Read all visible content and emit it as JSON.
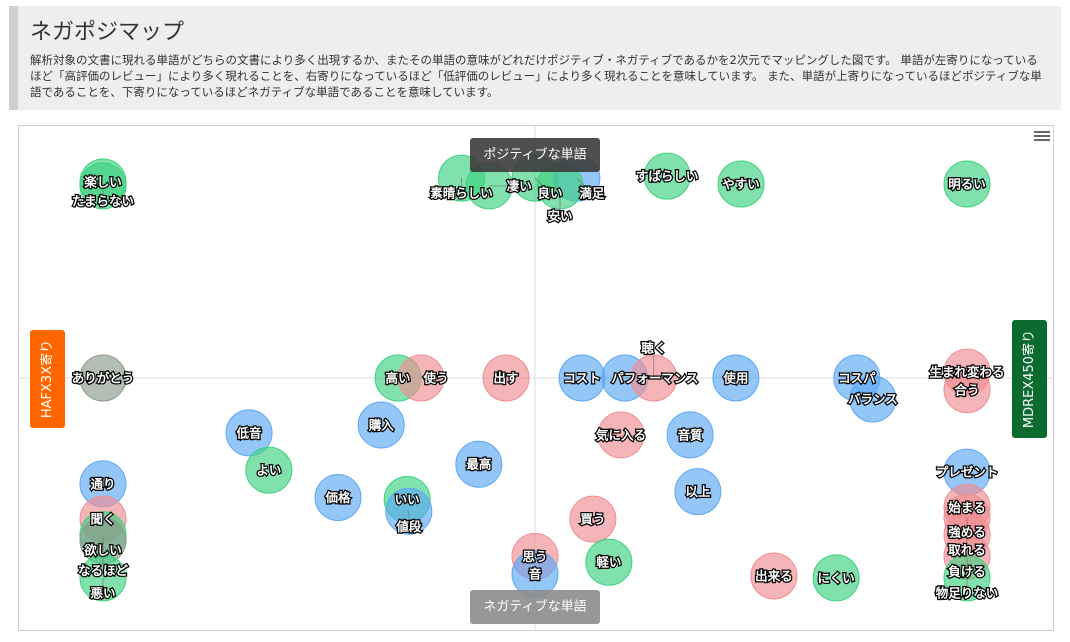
{
  "header": {
    "title": "ネガポジマップ",
    "description": "解析対象の文書に現れる単語がどちらの文書により多く出現するか、またその単語の意味がどれだけポジティブ・ネガティブであるかを2次元でマッピングした図です。 単語が左寄りになっているほど「高評価のレビュー」により多く現れることを、右寄りになっているほど「低評価のレビュー」により多く現れることを意味しています。 また、単語が上寄りになっているほどポジティブな単語であることを、下寄りになっているほどネガティブな単語であることを意味しています。"
  },
  "colors": {
    "noun": "#5ba8f5",
    "verb": "#f08e92",
    "adjective": "#3dd17f",
    "interjection": "#8a9a8c",
    "left_axis": "#ff6600",
    "right_axis": "#0b6b2e"
  },
  "chart_data": {
    "type": "scatter",
    "title": "",
    "xlim": [
      -1,
      1
    ],
    "ylim": [
      -1,
      1
    ],
    "axis_labels": {
      "top": "ポジティブな単語",
      "bottom": "ネガティブな単語",
      "left": "HAFX3X寄り",
      "right": "MDREX450寄り"
    },
    "points": [
      {
        "word": "楽しい",
        "x": -1,
        "y": 1.0,
        "cat": "adjective"
      },
      {
        "word": "たまらない",
        "x": -1,
        "y": 0.98,
        "cat": "adjective"
      },
      {
        "word": "素晴らしい",
        "x": -0.17,
        "y": 1.02,
        "cat": "adjective"
      },
      {
        "word": "凄い",
        "x": -0.106,
        "y": 0.98,
        "cat": "adjective"
      },
      {
        "word": "良い",
        "x": 0.0,
        "y": 1.02,
        "cat": "adjective"
      },
      {
        "word": "満足",
        "x": 0.097,
        "y": 1.02,
        "cat": "noun"
      },
      {
        "word": "安い",
        "x": 0.058,
        "y": 0.98,
        "cat": "adjective"
      },
      {
        "word": "すばらしい",
        "x": 0.306,
        "y": 1.03,
        "cat": "adjective"
      },
      {
        "word": "やすい",
        "x": 0.477,
        "y": 0.99,
        "cat": "adjective"
      },
      {
        "word": "明るい",
        "x": 1.0,
        "y": 0.99,
        "cat": "adjective"
      },
      {
        "word": "ありがとう",
        "x": -1,
        "y": 0.0,
        "cat": "interjection"
      },
      {
        "word": "高い",
        "x": -0.317,
        "y": 0.0,
        "cat": "adjective"
      },
      {
        "word": "使う",
        "x": -0.264,
        "y": 0.0,
        "cat": "verb"
      },
      {
        "word": "出す",
        "x": -0.067,
        "y": 0.0,
        "cat": "verb"
      },
      {
        "word": "コスト",
        "x": 0.109,
        "y": 0.0,
        "cat": "noun"
      },
      {
        "word": "パフォーマンス",
        "x": 0.208,
        "y": 0.0,
        "cat": "noun"
      },
      {
        "word": "聴く",
        "x": 0.275,
        "y": 0.0,
        "cat": "verb"
      },
      {
        "word": "使用",
        "x": 0.465,
        "y": 0.0,
        "cat": "noun"
      },
      {
        "word": "コスパ",
        "x": 0.745,
        "y": 0.0,
        "cat": "noun"
      },
      {
        "word": "バランス",
        "x": 0.782,
        "y": -0.107,
        "cat": "noun"
      },
      {
        "word": "生まれ変わる",
        "x": 1.0,
        "y": 0.03,
        "cat": "verb"
      },
      {
        "word": "合う",
        "x": 1.0,
        "y": -0.06,
        "cat": "verb"
      },
      {
        "word": "低音",
        "x": -0.662,
        "y": -0.28,
        "cat": "noun"
      },
      {
        "word": "購入",
        "x": -0.356,
        "y": -0.24,
        "cat": "noun"
      },
      {
        "word": "よい",
        "x": -0.616,
        "y": -0.47,
        "cat": "adjective"
      },
      {
        "word": "最高",
        "x": -0.13,
        "y": -0.44,
        "cat": "noun"
      },
      {
        "word": "価格",
        "x": -0.456,
        "y": -0.61,
        "cat": "noun"
      },
      {
        "word": "いい",
        "x": -0.296,
        "y": -0.62,
        "cat": "adjective"
      },
      {
        "word": "値段",
        "x": -0.292,
        "y": -0.68,
        "cat": "noun"
      },
      {
        "word": "気に入る",
        "x": 0.199,
        "y": -0.29,
        "cat": "verb"
      },
      {
        "word": "音質",
        "x": 0.359,
        "y": -0.29,
        "cat": "noun"
      },
      {
        "word": "以上",
        "x": 0.377,
        "y": -0.58,
        "cat": "noun"
      },
      {
        "word": "買う",
        "x": 0.134,
        "y": -0.72,
        "cat": "verb"
      },
      {
        "word": "思う",
        "x": 0.0,
        "y": -0.91,
        "cat": "verb"
      },
      {
        "word": "音",
        "x": 0.0,
        "y": -1.0,
        "cat": "noun"
      },
      {
        "word": "軽い",
        "x": 0.171,
        "y": -0.94,
        "cat": "adjective"
      },
      {
        "word": "出来る",
        "x": 0.553,
        "y": -1.01,
        "cat": "verb"
      },
      {
        "word": "にくい",
        "x": 0.697,
        "y": -1.02,
        "cat": "adjective"
      },
      {
        "word": "通り",
        "x": -1,
        "y": -0.54,
        "cat": "noun"
      },
      {
        "word": "聞く",
        "x": -1,
        "y": -0.72,
        "cat": "verb"
      },
      {
        "word": "欲しい",
        "x": -1,
        "y": -0.8,
        "cat": "adjective"
      },
      {
        "word": "なるほど",
        "x": -1,
        "y": -0.83,
        "cat": "interjection"
      },
      {
        "word": "悪い",
        "x": -1,
        "y": -1.02,
        "cat": "adjective"
      },
      {
        "word": "プレゼント",
        "x": 1.0,
        "y": -0.48,
        "cat": "noun"
      },
      {
        "word": "始まる",
        "x": 1.0,
        "y": -0.66,
        "cat": "verb"
      },
      {
        "word": "強める",
        "x": 1.0,
        "y": -0.71,
        "cat": "verb"
      },
      {
        "word": "取れる",
        "x": 1.0,
        "y": -0.8,
        "cat": "verb"
      },
      {
        "word": "負ける",
        "x": 1.0,
        "y": -0.91,
        "cat": "verb"
      },
      {
        "word": "物足りない",
        "x": 1.0,
        "y": -1.02,
        "cat": "adjective"
      }
    ]
  }
}
